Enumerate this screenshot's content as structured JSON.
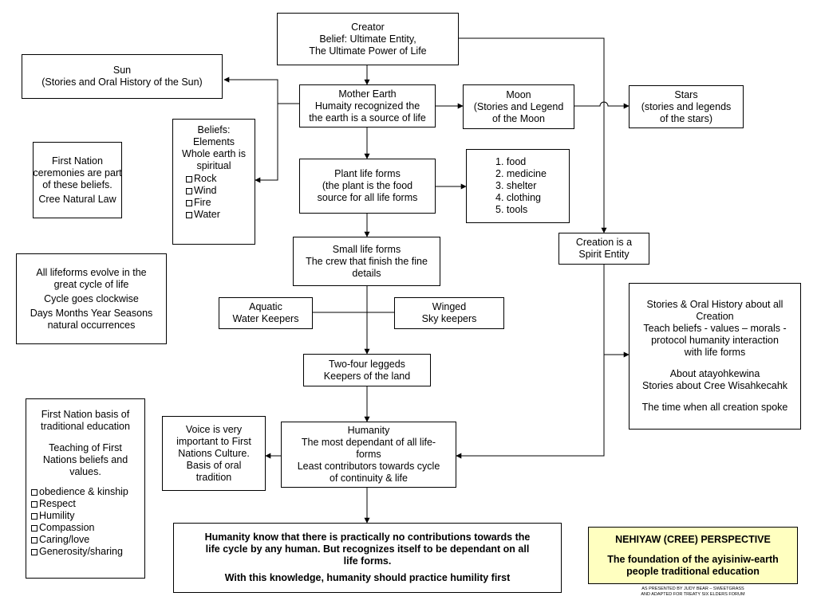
{
  "creator": [
    "Creator",
    "Belief: Ultimate Entity,",
    "The Ultimate Power of Life"
  ],
  "sun": [
    "Sun",
    "(Stories and Oral History of the Sun)"
  ],
  "mother_earth": [
    "Mother Earth",
    "Humaity recognized the",
    "the earth is a source of life"
  ],
  "moon": [
    "Moon",
    "(Stories and Legend",
    "of the Moon"
  ],
  "stars": [
    "Stars",
    "(stories and legends",
    "of the stars)"
  ],
  "beliefs": {
    "lines": [
      "Beliefs:",
      "Elements",
      "Whole earth is",
      "spiritual"
    ],
    "items": [
      "Rock",
      "Wind",
      "Fire",
      "Water"
    ]
  },
  "ceremonies": [
    "First Nation",
    "ceremonies are part",
    "of these beliefs.",
    "Cree Natural Law"
  ],
  "plant": [
    "Plant life forms",
    "(the plant is the food",
    "source for all life forms"
  ],
  "uses": [
    "1. food",
    "2. medicine",
    "3. shelter",
    "4. clothing",
    "5. tools"
  ],
  "small_life": [
    "Small life forms",
    "The crew that finish the fine",
    "details"
  ],
  "creation_spirit": [
    "Creation is a",
    "Spirit Entity"
  ],
  "lifeforms_cycle": [
    "All lifeforms evolve in the",
    "great cycle of life",
    "Cycle goes clockwise",
    "Days Months Year Seasons",
    "natural occurrences"
  ],
  "aquatic": [
    "Aquatic",
    "Water Keepers"
  ],
  "winged": [
    "Winged",
    "Sky keepers"
  ],
  "stories_all": [
    "Stories & Oral History about all",
    "Creation",
    "Teach beliefs - values – morals -",
    "protocol humanity interaction",
    "with life forms",
    "About atayohkewina",
    "Stories about Cree Wisahkecahk",
    "The time when all creation spoke"
  ],
  "four_leggeds": [
    "Two-four leggeds",
    "Keepers of the land"
  ],
  "fn_basis": {
    "lines": [
      "First Nation basis of",
      "traditional education",
      "Teaching of First",
      "Nations beliefs and",
      "values."
    ],
    "items": [
      "obedience & kinship",
      "Respect",
      "Humility",
      "Compassion",
      "Caring/love",
      "Generosity/sharing"
    ]
  },
  "voice": [
    "Voice is very",
    "important to First",
    "Nations Culture.",
    "Basis of oral",
    "tradition"
  ],
  "humanity": [
    "Humanity",
    "The most dependant of all life-",
    "forms",
    "Least contributors towards cycle",
    "of continuity & life"
  ],
  "conclusion": [
    "Humanity know that there is practically no contributions towards the",
    "life cycle by any human.  But recognizes itself to be dependant on all",
    "life forms.",
    "With this knowledge, humanity should practice humility first"
  ],
  "nehiyaw": [
    "NEHIYAW (CREE) PERSPECTIVE",
    "The foundation of the ayisiniw-earth",
    "people traditional education"
  ],
  "credit": [
    "AS PRESENTED BY JUDY BEAR – SWEETGRASS",
    "AND ADAPTED FOR TREATY SIX ELDERS FORUM"
  ],
  "colors": {
    "note_box_fill": "#ffffc0",
    "line": "#000000"
  }
}
